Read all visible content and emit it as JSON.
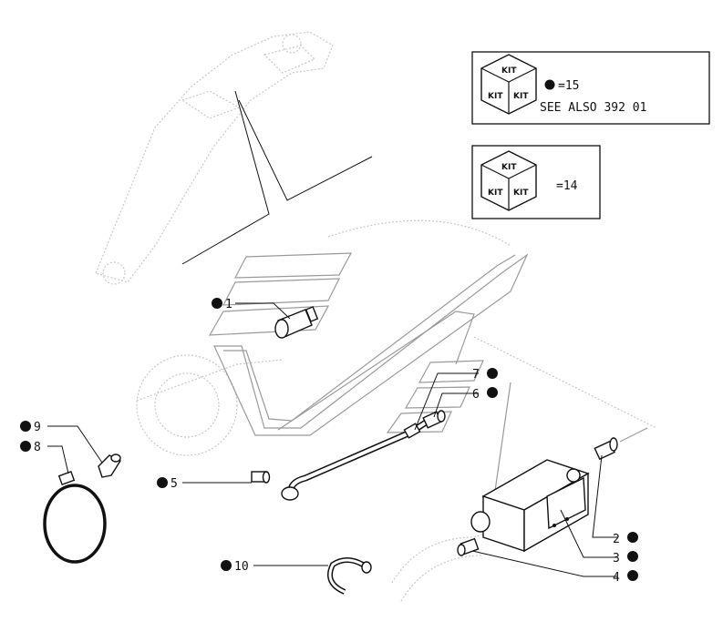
{
  "kit_boxes": [
    {
      "kit_word": "KIT",
      "equals_text": "=15",
      "note": "SEE ALSO 392 01"
    },
    {
      "kit_word": "KIT",
      "equals_text": "=14",
      "note": ""
    }
  ],
  "callouts": [
    {
      "number": "1"
    },
    {
      "number": "2"
    },
    {
      "number": "3"
    },
    {
      "number": "4"
    },
    {
      "number": "5"
    },
    {
      "number": "6"
    },
    {
      "number": "7"
    },
    {
      "number": "8"
    },
    {
      "number": "9"
    },
    {
      "number": "10"
    }
  ]
}
